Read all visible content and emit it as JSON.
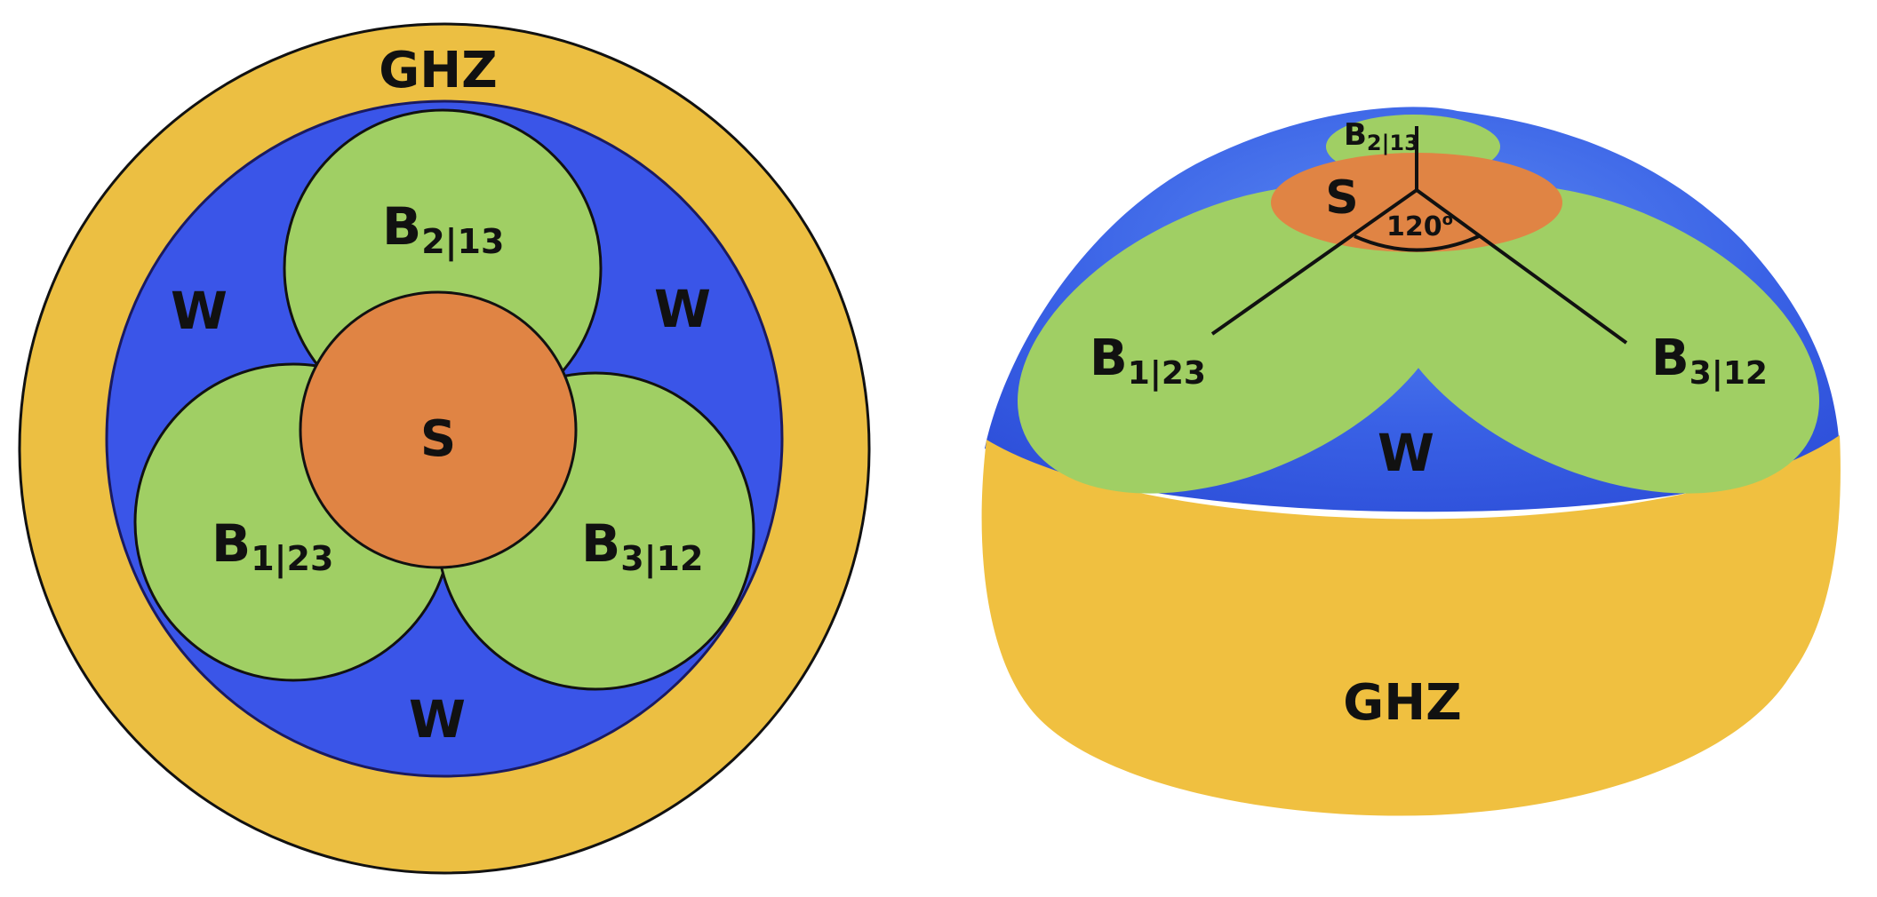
{
  "colors": {
    "ghz": "#ECBF42",
    "w": "#3A55E8",
    "biseparable": "#A0CF64",
    "separable": "#E08444",
    "outline": "#111111"
  },
  "left_diagram": {
    "ghz_label": "GHZ",
    "w_labels": [
      "W",
      "W",
      "W"
    ],
    "separable_label": "S",
    "bisep": [
      {
        "main": "B",
        "sub": "2|13"
      },
      {
        "main": "B",
        "sub": "1|23"
      },
      {
        "main": "B",
        "sub": "3|12"
      }
    ]
  },
  "right_diagram": {
    "ghz_label": "GHZ",
    "w_label": "W",
    "separable_label": "S",
    "angle_label": "120",
    "angle_sup": "o",
    "bisep": [
      {
        "main": "B",
        "sub": "2|13"
      },
      {
        "main": "B",
        "sub": "1|23"
      },
      {
        "main": "B",
        "sub": "3|12"
      }
    ]
  }
}
